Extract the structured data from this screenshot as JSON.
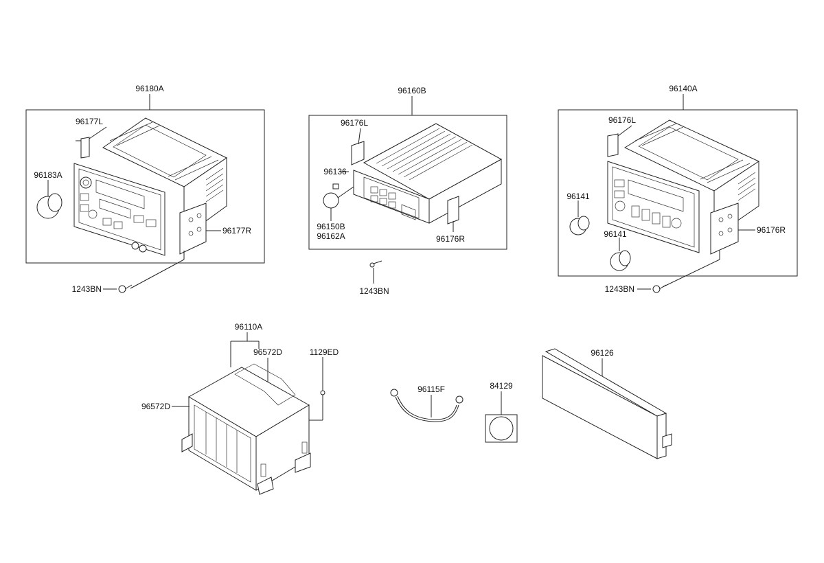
{
  "labels": {
    "a1_main": "96180A",
    "a1_bracket_l": "96177L",
    "a1_knob": "96183A",
    "a1_bracket_r": "96177R",
    "a1_screw": "1243BN",
    "b_main": "96160B",
    "b_bracket_l": "96176L",
    "b_part_96136": "96136",
    "b_knob_1": "96150B",
    "b_knob_2": "96162A",
    "b_bracket_r": "96176R",
    "b_screw": "1243BN",
    "c_main": "96140A",
    "c_bracket_l": "96176L",
    "c_knob_1": "96141",
    "c_knob_2": "96141",
    "c_bracket_r": "96176R",
    "c_screw": "1243BN",
    "changer_main": "96110A",
    "changer_bracket_1": "96572D",
    "changer_bracket_2": "96572D",
    "changer_screw": "1129ED",
    "cable": "96115F",
    "disc": "84129",
    "cover": "96126"
  },
  "colors": {
    "line": "#222222",
    "background": "#ffffff"
  }
}
